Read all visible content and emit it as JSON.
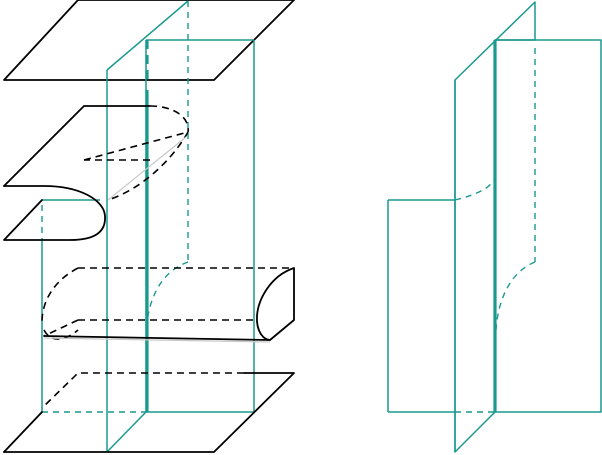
{
  "colors": {
    "teal": "#1a9a8f",
    "black": "#000000",
    "background": "#ffffff"
  },
  "figures": {
    "left": {
      "description_elements": [
        "top-sheet",
        "folded-sheet-upper",
        "folded-sheet-lower",
        "bottom-sheet",
        "vertical-box",
        "central-line"
      ]
    },
    "right": {
      "description_elements": [
        "back-panel",
        "front-panel",
        "left-flap",
        "central-line"
      ]
    }
  }
}
